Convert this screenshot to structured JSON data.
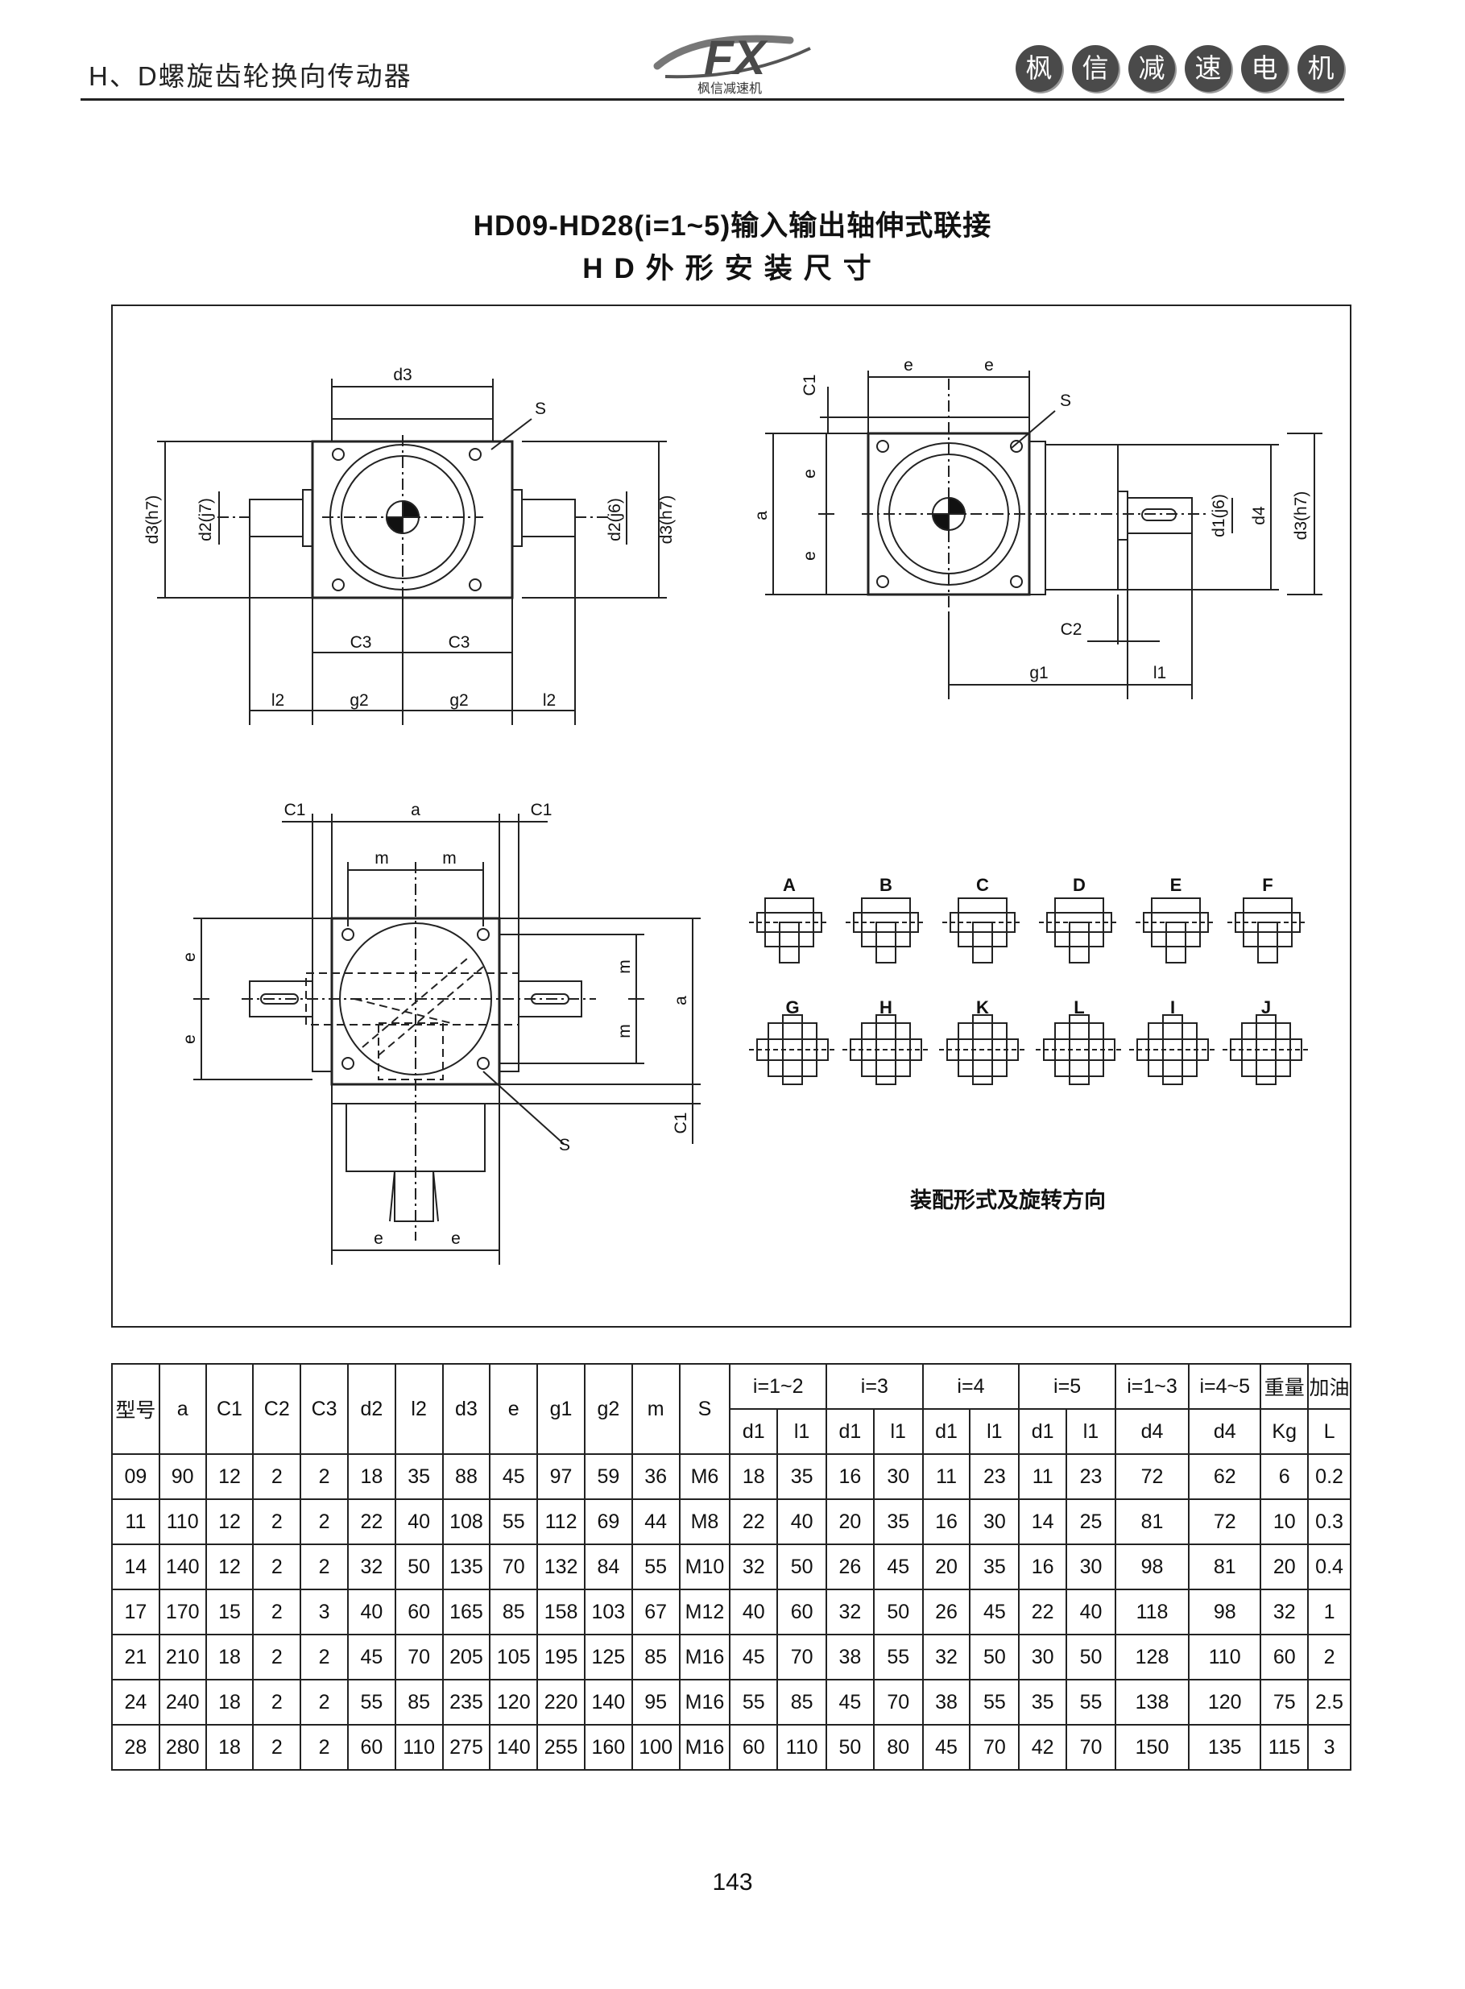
{
  "header": {
    "left_title": "H、D螺旋齿轮换向传动器",
    "logo_text": "FX",
    "logo_sub": "枫信减速机",
    "brand_chars": [
      "枫",
      "信",
      "减",
      "速",
      "电",
      "机"
    ]
  },
  "title": {
    "line1": "HD09-HD28(i=1~5)输入输出轴伸式联接",
    "line2": "HD外形安装尺寸"
  },
  "drawing": {
    "view1_labels": {
      "d3": "d3",
      "s": "S",
      "d3h7_left": "d3(h7)",
      "d2j7": "d2(j7)",
      "d2j6": "d2(j6)",
      "d3h7_right": "d3(h7)",
      "c3_left": "C3",
      "c3_right": "C3",
      "l2_left": "l2",
      "g2_left": "g2",
      "g2_right": "g2",
      "l2_right": "l2"
    },
    "view2_labels": {
      "c1": "C1",
      "e1": "e",
      "e2": "e",
      "s": "S",
      "a": "a",
      "e_v1": "e",
      "e_v2": "e",
      "d1j6": "d1(j6)",
      "d4": "d4",
      "d3h7": "d3(h7)",
      "c2": "C2",
      "g1": "g1",
      "l1": "l1"
    },
    "view3_labels": {
      "c1_left": "C1",
      "a": "a",
      "c1_right": "C1",
      "m1": "m",
      "m2": "m",
      "e_v1": "e",
      "e_v2": "e",
      "m_v1": "m",
      "m_v2": "m",
      "a_v": "a",
      "c1_v": "C1",
      "s": "S",
      "e_b1": "e",
      "e_b2": "e"
    },
    "assembly_top": [
      "A",
      "B",
      "C",
      "D",
      "E",
      "F"
    ],
    "assembly_bottom": [
      "G",
      "H",
      "K",
      "L",
      "I",
      "J"
    ],
    "caption": "装配形式及旋转方向"
  },
  "table": {
    "header_row1": [
      "型号",
      "a",
      "C1",
      "C2",
      "C3",
      "d2",
      "l2",
      "d3",
      "e",
      "g1",
      "g2",
      "m",
      "S",
      "i=1~2",
      "i=3",
      "i=4",
      "i=5",
      "i=1~3",
      "i=4~5",
      "重量",
      "加油"
    ],
    "header_row2": [
      "d1",
      "l1",
      "d1",
      "l1",
      "d1",
      "l1",
      "d1",
      "l1",
      "d4",
      "d4",
      "Kg",
      "L"
    ],
    "rows": [
      [
        "09",
        "90",
        "12",
        "2",
        "2",
        "18",
        "35",
        "88",
        "45",
        "97",
        "59",
        "36",
        "M6",
        "18",
        "35",
        "16",
        "30",
        "11",
        "23",
        "11",
        "23",
        "72",
        "62",
        "6",
        "0.2"
      ],
      [
        "11",
        "110",
        "12",
        "2",
        "2",
        "22",
        "40",
        "108",
        "55",
        "112",
        "69",
        "44",
        "M8",
        "22",
        "40",
        "20",
        "35",
        "16",
        "30",
        "14",
        "25",
        "81",
        "72",
        "10",
        "0.3"
      ],
      [
        "14",
        "140",
        "12",
        "2",
        "2",
        "32",
        "50",
        "135",
        "70",
        "132",
        "84",
        "55",
        "M10",
        "32",
        "50",
        "26",
        "45",
        "20",
        "35",
        "16",
        "30",
        "98",
        "81",
        "20",
        "0.4"
      ],
      [
        "17",
        "170",
        "15",
        "2",
        "3",
        "40",
        "60",
        "165",
        "85",
        "158",
        "103",
        "67",
        "M12",
        "40",
        "60",
        "32",
        "50",
        "26",
        "45",
        "22",
        "40",
        "118",
        "98",
        "32",
        "1"
      ],
      [
        "21",
        "210",
        "18",
        "2",
        "2",
        "45",
        "70",
        "205",
        "105",
        "195",
        "125",
        "85",
        "M16",
        "45",
        "70",
        "38",
        "55",
        "32",
        "50",
        "30",
        "50",
        "128",
        "110",
        "60",
        "2"
      ],
      [
        "24",
        "240",
        "18",
        "2",
        "2",
        "55",
        "85",
        "235",
        "120",
        "220",
        "140",
        "95",
        "M16",
        "55",
        "85",
        "45",
        "70",
        "38",
        "55",
        "35",
        "55",
        "138",
        "120",
        "75",
        "2.5"
      ],
      [
        "28",
        "280",
        "18",
        "2",
        "2",
        "60",
        "110",
        "275",
        "140",
        "255",
        "160",
        "100",
        "M16",
        "60",
        "110",
        "50",
        "80",
        "45",
        "70",
        "42",
        "70",
        "150",
        "135",
        "115",
        "3"
      ]
    ]
  },
  "page_number": "143"
}
